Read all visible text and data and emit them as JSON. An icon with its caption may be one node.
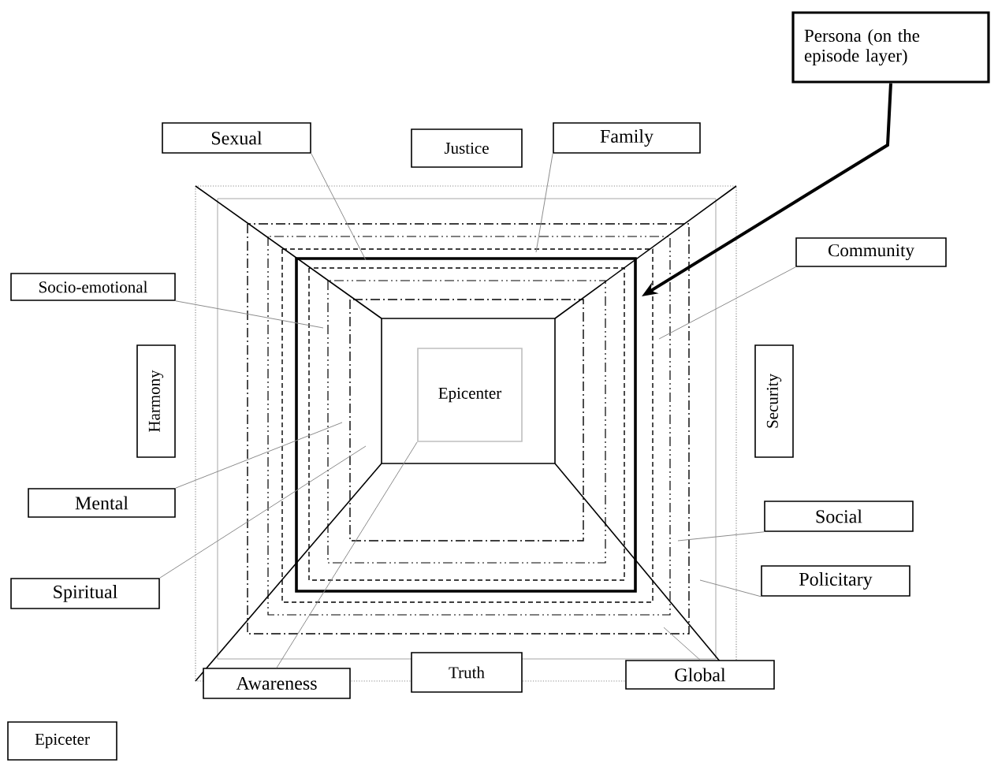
{
  "diagram": {
    "nodes": [
      {
        "text": [
          "Persona (on the episode layer)"
        ]
      },
      {
        "text": [
          "Sexual"
        ]
      },
      {
        "text": [
          "Justice"
        ]
      },
      {
        "text": [
          "Family"
        ]
      },
      {
        "text": [
          "Community"
        ]
      },
      {
        "text": [
          "Socio-emotional"
        ]
      },
      {
        "text": [
          "Harmony"
        ]
      },
      {
        "text": [
          "Epicenter"
        ]
      },
      {
        "text": [
          "Security"
        ]
      },
      {
        "text": [
          "Mental"
        ]
      },
      {
        "text": [
          "Social"
        ]
      },
      {
        "text": [
          "Spiritual"
        ]
      },
      {
        "text": [
          "Policitary"
        ]
      },
      {
        "text": [
          "Awareness"
        ]
      },
      {
        "text": [
          "Truth"
        ]
      },
      {
        "text": [
          "Global"
        ]
      },
      {
        "text": [
          "Epiceter"
        ]
      }
    ],
    "edges": [
      {
        "from": 0,
        "to": null,
        "arrow": "to",
        "style": "thick",
        "color": "#000000"
      },
      {
        "from": 1,
        "to": null,
        "arrow": "none"
      },
      {
        "from": 3,
        "to": null,
        "arrow": "none"
      },
      {
        "from": 4,
        "to": null,
        "arrow": "none"
      },
      {
        "from": 5,
        "to": null,
        "arrow": "none"
      },
      {
        "from": 9,
        "to": null,
        "arrow": "none"
      },
      {
        "from": 11,
        "to": null,
        "arrow": "none"
      },
      {
        "from": 13,
        "to": 7,
        "arrow": "none"
      },
      {
        "from": 10,
        "to": null,
        "arrow": "none"
      },
      {
        "from": 12,
        "to": null,
        "arrow": "none"
      },
      {
        "from": 15,
        "to": null,
        "arrow": "none"
      }
    ]
  }
}
